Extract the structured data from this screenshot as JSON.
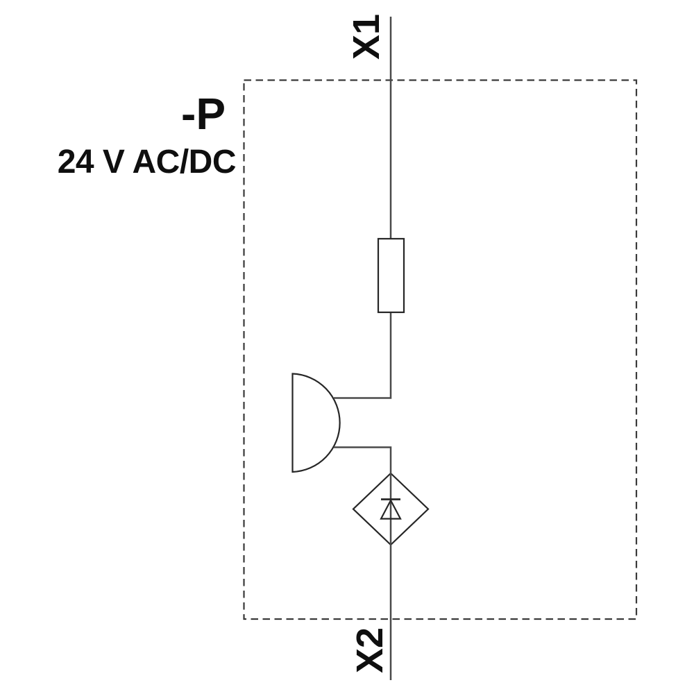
{
  "schematic": {
    "device_label": "-P",
    "voltage_label": "24 V AC/DC",
    "terminals": {
      "top": "X1",
      "bottom": "X2"
    },
    "symbols": {
      "boundary": "device-boundary-dashed",
      "resistor": "resistor-symbol",
      "buzzer": "buzzer-symbol",
      "diode": "rectifier-diode-symbol"
    }
  },
  "colors": {
    "background": "#ffffff",
    "lead_line": "#4a4a4a",
    "symbol_stroke": "#262626",
    "dashed_border": "#3a3a3a",
    "text": "#0f0f0f"
  }
}
